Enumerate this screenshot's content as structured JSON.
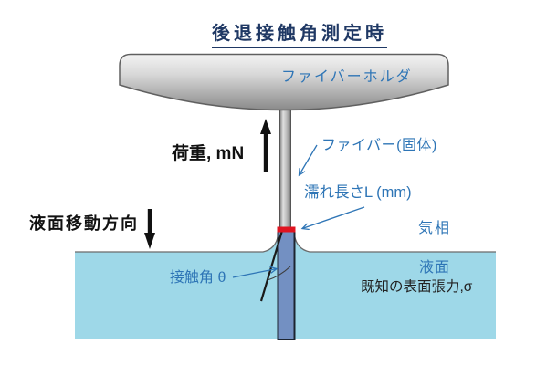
{
  "title": "後退接触角測定時",
  "diagram": {
    "holder_label": "ファイバーホルダ",
    "load_label": "荷重, mN",
    "fiber_label": "ファイバー(固体)",
    "wet_length_label": "濡れ長さL (mm)",
    "direction_label": "液面移動方向",
    "gas_phase_label": "気相",
    "liquid_surface_label": "液面",
    "surface_tension_label": "既知の表面張力,σ",
    "contact_angle_label": "接触角 θ"
  },
  "icons": {
    "load_arrow": "arrow-up",
    "direction_arrow": "arrow-down",
    "fiber_pointer": "arrow-leader-blue",
    "wet_length_pointer": "arrow-leader-blue",
    "contact_angle_pointer": "arrow-leader-blue"
  },
  "colors": {
    "title_navy": "#1f3864",
    "label_blue": "#2e75b6",
    "liquid_blue": "#9ed8e8",
    "wetted_fiber_blue": "#7390c2",
    "contact_line_red": "#e01420",
    "arrow_black": "#111111",
    "surface_edge_gray": "#6b6b6b"
  }
}
